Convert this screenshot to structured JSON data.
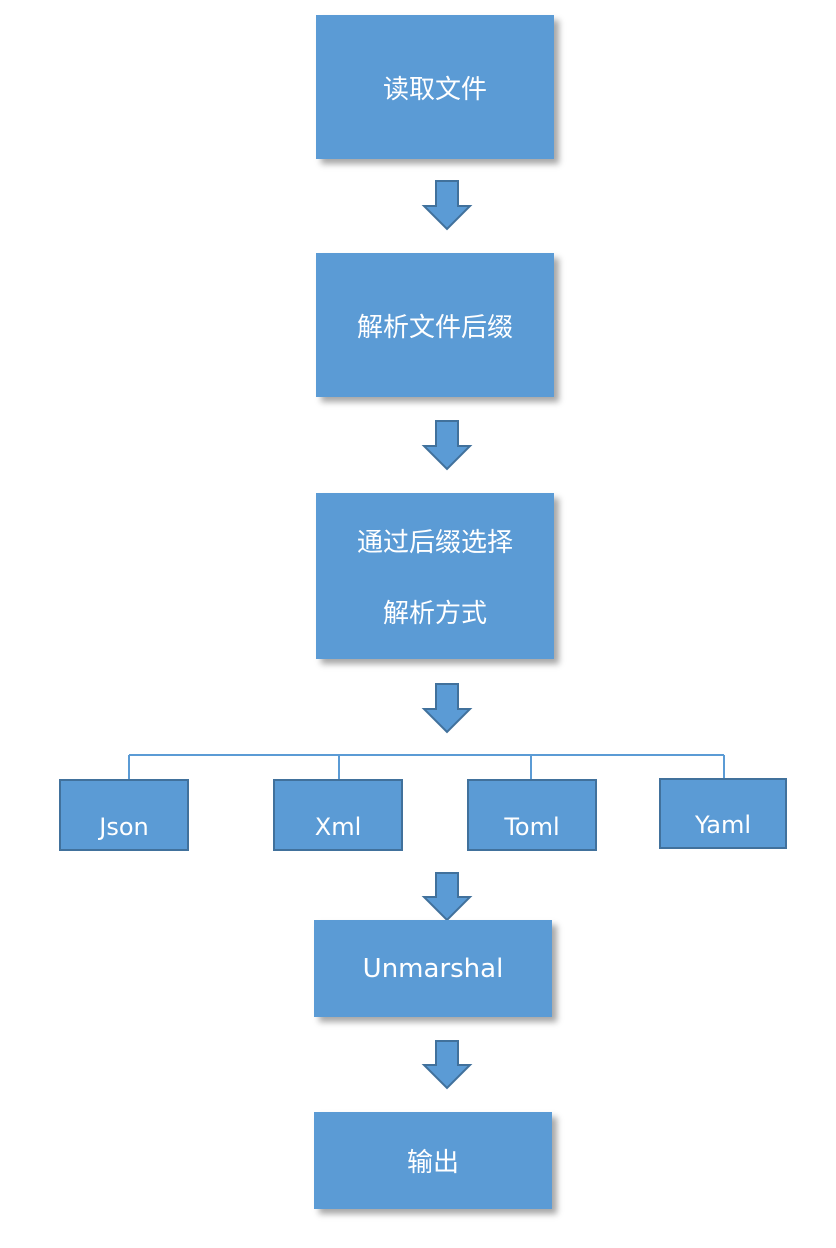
{
  "colors": {
    "box_fill": "#5b9bd5",
    "box_border": "#41719c",
    "line": "#5b9bd5",
    "text": "#ffffff"
  },
  "steps": {
    "read_file": "读取文件",
    "parse_suffix": "解析文件后缀",
    "choose_line1": "通过后缀选择",
    "choose_line2": "解析方式",
    "unmarshal": "Unmarshal",
    "output": "输出"
  },
  "formats": [
    "Json",
    "Xml",
    "Toml",
    "Yaml"
  ]
}
